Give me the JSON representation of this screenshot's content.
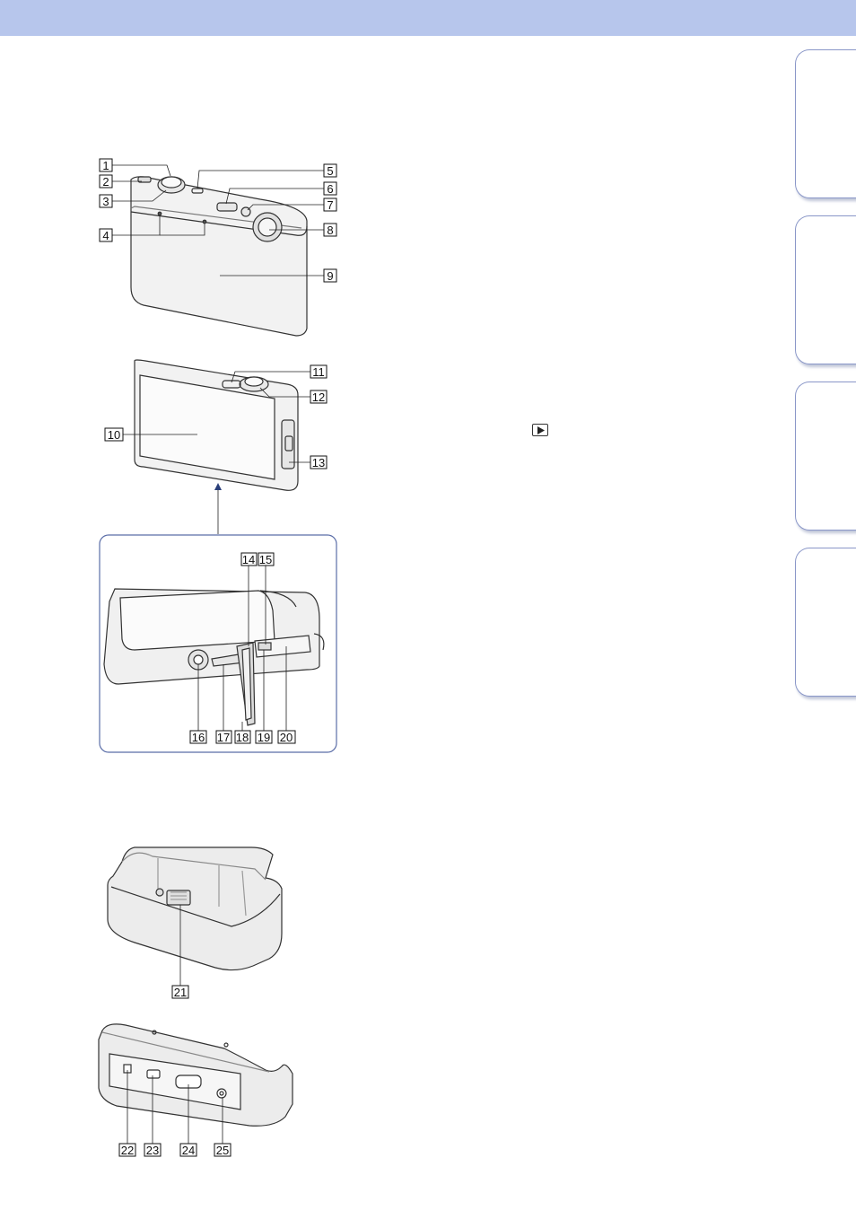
{
  "header": {
    "bar_color": "#b7c6ec"
  },
  "side_tabs": {
    "count": 4,
    "border_color": "#8a97c8"
  },
  "callouts": {
    "camera_front": [
      "1",
      "2",
      "3",
      "4",
      "5",
      "6",
      "7",
      "8",
      "9"
    ],
    "camera_back": [
      "10",
      "11",
      "12",
      "13"
    ],
    "camera_bottom": [
      "14",
      "15",
      "16",
      "17",
      "18",
      "19",
      "20"
    ],
    "cradle_front": [
      "21"
    ],
    "cradle_back": [
      "22",
      "23",
      "24",
      "25"
    ]
  },
  "icons": {
    "play_key": "play-triangle-icon"
  }
}
